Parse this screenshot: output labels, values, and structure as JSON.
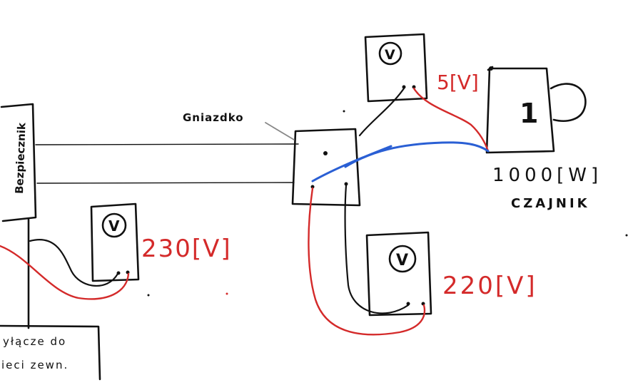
{
  "labels": {
    "breaker": "Bezpiecznik",
    "socket": "Gniazdko",
    "connector_line1": "yłącze do",
    "connector_line2": "ieci zewn.",
    "kettle_power": "1000[W]",
    "kettle_name": "CZAJNIK",
    "kettle_symbol": "1",
    "meter_symbol": "V",
    "reading_left": "230[V]",
    "reading_top": "5[V]",
    "reading_bottom": "220[V]"
  },
  "colors": {
    "ink": "#111111",
    "red_wire": "#d42a2a",
    "blue_wire": "#2a5fd4",
    "leader_line": "#888888"
  }
}
